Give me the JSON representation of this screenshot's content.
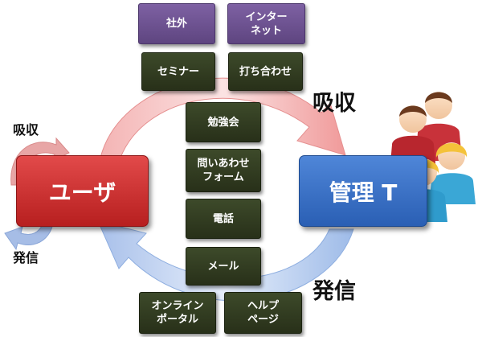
{
  "user_box": {
    "label": "ユーザ",
    "color": "#cf3535"
  },
  "team_box": {
    "label": "管理 T",
    "color": "#3b74c8"
  },
  "absorb_label": "吸収",
  "send_label": "発信",
  "user_cycle": {
    "top_label": "吸収",
    "bottom_label": "発信"
  },
  "channels": {
    "shagai": "社外",
    "internet": "インター\nネット",
    "seminar": "セミナー",
    "meeting": "打ち合わせ",
    "study": "勉強会",
    "form": "問いあわせ\nフォーム",
    "phone": "電話",
    "mail": "メール",
    "portal": "オンライン\nポータル",
    "helppage": "ヘルプ\nページ"
  },
  "colors": {
    "channel_green": "#333d22",
    "channel_purple": "#6b4f8f",
    "top_arrow": "#f2aaaa",
    "bottom_arrow": "#a9c3ee"
  },
  "icons": [
    "people-group-icon",
    "cycle-arrows-icon"
  ]
}
